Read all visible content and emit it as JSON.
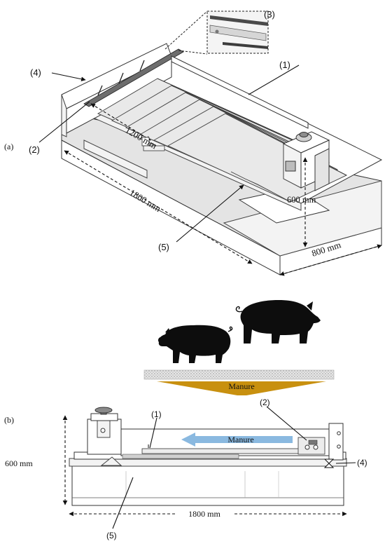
{
  "panel_a": {
    "tag": "(a)",
    "callouts": {
      "c1": "(1)",
      "c2": "(2)",
      "c3": "(3)",
      "c4": "(4)",
      "c5": "(5)"
    },
    "dimensions": {
      "width": "1200 mm",
      "length": "1800 mm",
      "height": "600 mm",
      "depth": "800 mm"
    }
  },
  "panel_b": {
    "tag": "(b)",
    "arrow_label": "Manure",
    "flow_label": "Manure",
    "callouts": {
      "c1": "(1)",
      "c2": "(2)",
      "c4": "(4)",
      "c5": "(5)"
    },
    "dimensions": {
      "height": "600 mm",
      "length": "1800 mm"
    }
  },
  "colors": {
    "manure_arrow": "#c8900f",
    "flow_arrow": "#8ab9e0",
    "pig": "#0d0d0d"
  }
}
